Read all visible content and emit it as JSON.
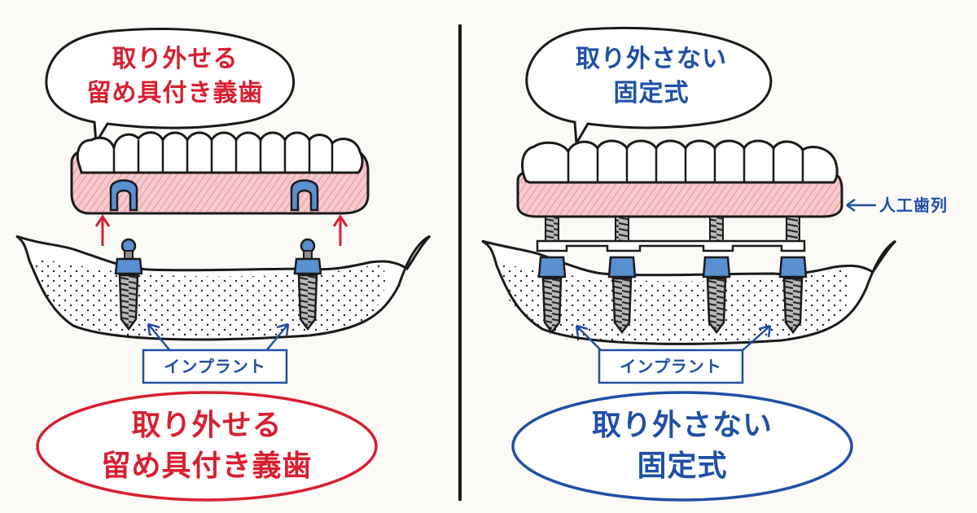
{
  "left": {
    "bubble_text": "取り外せる\n留め具付き義歯",
    "implant_label": "インプラント",
    "oval_text": "取り外せる\n留め具付き義歯",
    "accent": "#d81f30"
  },
  "right": {
    "bubble_text": "取り外さない\n固定式",
    "implant_label": "インプラント",
    "oval_text": "取り外さない\n固定式",
    "side_label": "人工歯列",
    "accent": "#1f4fa6"
  },
  "colors": {
    "gum_pink": "#f2b8bf",
    "implant_blue": "#5a8fd0",
    "implant_gray": "#8d8d8d",
    "ink": "#1a1a1a"
  }
}
